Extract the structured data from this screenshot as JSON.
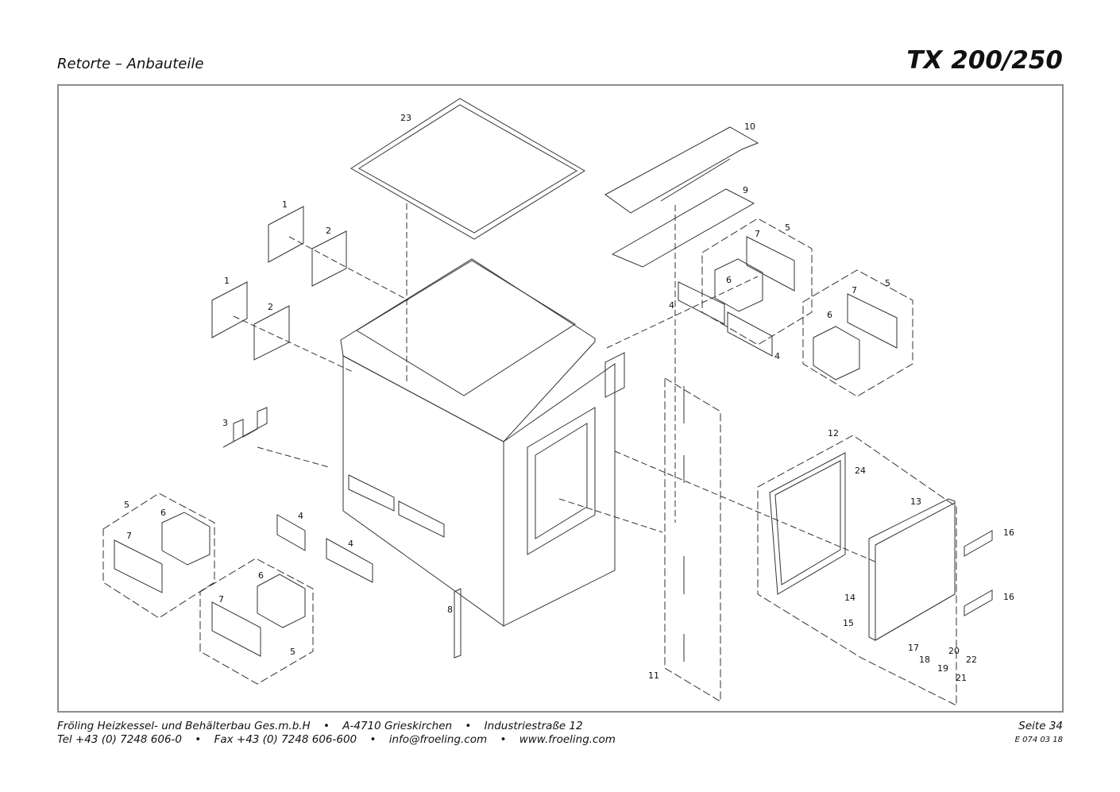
{
  "header": {
    "section_title": "Retorte – Anbauteile",
    "model": "TX 200/250"
  },
  "labels": [
    "1",
    "2",
    "1",
    "2",
    "3",
    "4",
    "4",
    "4",
    "4",
    "5",
    "5",
    "5",
    "5",
    "6",
    "6",
    "6",
    "6",
    "7",
    "7",
    "7",
    "7",
    "8",
    "9",
    "10",
    "11",
    "12",
    "13",
    "14",
    "15",
    "16",
    "16",
    "17",
    "18",
    "19",
    "20",
    "21",
    "22",
    "23",
    "24"
  ],
  "footer": {
    "company": "Fröling Heizkessel- und Behälterbau Ges.m.b.H",
    "city": "A-4710 Grieskirchen",
    "street": "Industriestraße 12",
    "tel": "Tel +43 (0) 7248 606-0",
    "fax": "Fax +43 (0) 7248 606-600",
    "email": "info@froeling.com",
    "web": "www.froeling.com",
    "page": "Seite 34",
    "doc_number": "E 074 03 18",
    "bullet": "•"
  },
  "colors": {
    "line": "#333333",
    "frame": "#8c8c8c"
  }
}
